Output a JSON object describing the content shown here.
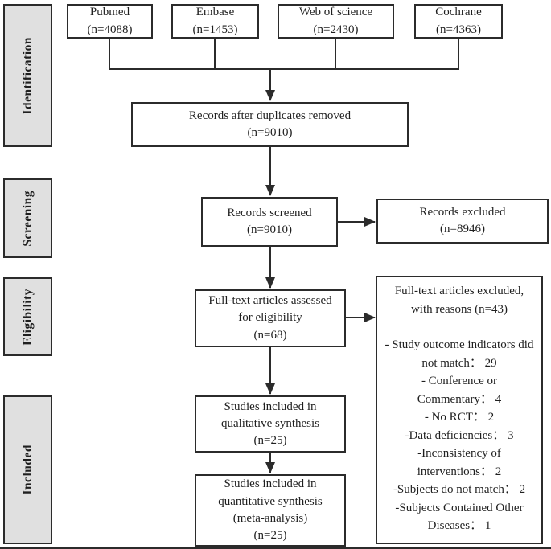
{
  "diagram_type": "PRISMA flow diagram",
  "sidebar": {
    "stages": [
      {
        "label": "Identification"
      },
      {
        "label": "Screening"
      },
      {
        "label": "Eligibility"
      },
      {
        "label": "Included"
      }
    ]
  },
  "sources": [
    {
      "name": "Pubmed",
      "count": "(n=4088)"
    },
    {
      "name": "Embase",
      "count": "(n=1453)"
    },
    {
      "name": "Web of science",
      "count": "(n=2430)"
    },
    {
      "name": "Cochrane",
      "count": "(n=4363)"
    }
  ],
  "flow": {
    "duplicates_removed": {
      "label": "Records after duplicates removed",
      "count": "(n=9010)"
    },
    "records_screened": {
      "label": "Records screened",
      "count": "(n=9010)"
    },
    "records_excluded": {
      "label": "Records excluded",
      "count": "(n=8946)"
    },
    "fulltext_assessed": {
      "label": "Full-text articles assessed for eligibility",
      "count": "(n=68)"
    },
    "fulltext_excluded": {
      "title": "Full-text articles excluded, with reasons (n=43)",
      "reasons": [
        "- Study outcome indicators did not match： 29",
        "- Conference or Commentary： 4",
        "- No RCT： 2",
        "-Data deficiencies： 3",
        "-Inconsistency of interventions： 2",
        "-Subjects do not match： 2",
        "-Subjects Contained Other Diseases： 1"
      ]
    },
    "qualitative": {
      "label": "Studies included in qualitative synthesis",
      "count": "(n=25)"
    },
    "quantitative": {
      "label": "Studies included in quantitative synthesis",
      "sublabel": "(meta-analysis)",
      "count": "(n=25)"
    }
  },
  "colors": {
    "line": "#2b2b2b",
    "stage_fill": "#e0e0e0",
    "box_fill": "#ffffff",
    "text": "#1f1f1f"
  }
}
